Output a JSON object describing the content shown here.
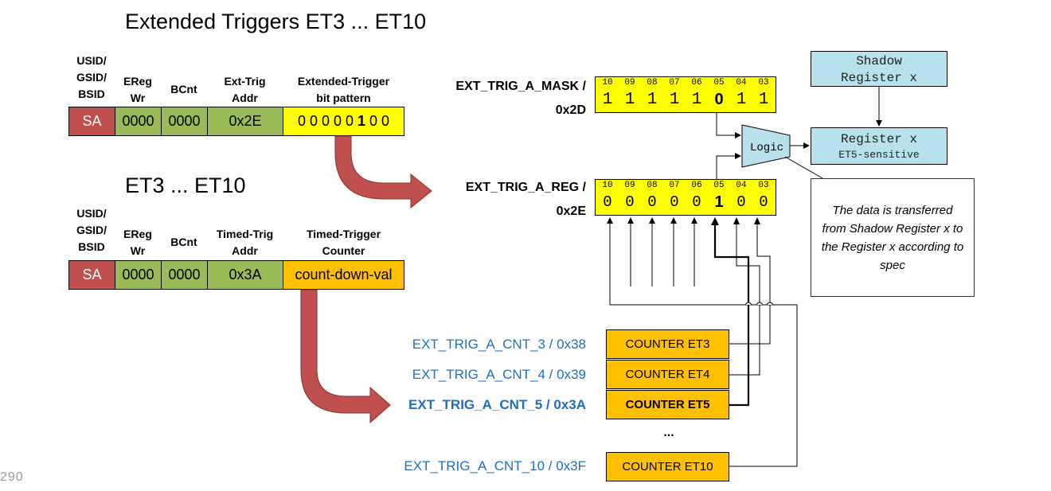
{
  "title": "Extended Triggers ET3 ... ET10",
  "subtitle": "ET3 ... ET10",
  "frame1": {
    "headers": [
      "USID/\nGSID/\nBSID",
      "EReg\nWr",
      "BCnt",
      "Ext-Trig\nAddr",
      "Extended-Trigger\nbit pattern"
    ],
    "cells": [
      "SA",
      "0000",
      "0000",
      "0x2E",
      "0 0 0 0 0 ",
      "1",
      " 0 0"
    ]
  },
  "frame2": {
    "headers": [
      "USID/\nGSID/\nBSID",
      "EReg\nWr",
      "BCnt",
      "Timed-Trig\nAddr",
      "Timed-Trigger\nCounter"
    ],
    "cells": [
      "SA",
      "0000",
      "0000",
      "0x3A",
      "count-down-val"
    ]
  },
  "mask_reg": {
    "name_line1": "EXT_TRIG_A_MASK /",
    "name_line2": "0x2D",
    "bit_numbers": [
      "10",
      "09",
      "08",
      "07",
      "06",
      "05",
      "04",
      "03"
    ],
    "bit_values": [
      "1",
      "1",
      "1",
      "1",
      "1",
      "0",
      "1",
      "1"
    ]
  },
  "trig_reg": {
    "name_line1": "EXT_TRIG_A_REG /",
    "name_line2": "0x2E",
    "bit_numbers": [
      "10",
      "09",
      "08",
      "07",
      "06",
      "05",
      "04",
      "03"
    ],
    "bit_values": [
      "0",
      "0",
      "0",
      "0",
      "0",
      "1",
      "0",
      "0"
    ]
  },
  "shadow_box": {
    "line1": "Shadow",
    "line2": "Register x"
  },
  "register_box": {
    "line1": "Register x",
    "line2": "ET5-sensitive"
  },
  "logic_label": "Logic",
  "note": "The data is transferred from Shadow Register x to the Register x according to spec",
  "counters": [
    {
      "label": "EXT_TRIG_A_CNT_3 / 0x38",
      "box": "COUNTER ET3"
    },
    {
      "label": "EXT_TRIG_A_CNT_4 / 0x39",
      "box": "COUNTER ET4"
    },
    {
      "label": "EXT_TRIG_A_CNT_5 / 0x3A",
      "box": "COUNTER ET5"
    },
    {
      "label": "EXT_TRIG_A_CNT_10 / 0x3F",
      "box": "COUNTER ET10"
    }
  ],
  "ellipsis": "...",
  "page_number": "290",
  "colors": {
    "sa_red": "#c0504d",
    "field_green": "#9bbb59",
    "bit_yellow": "#ffff00",
    "counter_orange": "#ffc000",
    "box_blue": "#b7e1ec",
    "label_blue": "#1f6fc0",
    "arrow_red": "#c0504d"
  }
}
